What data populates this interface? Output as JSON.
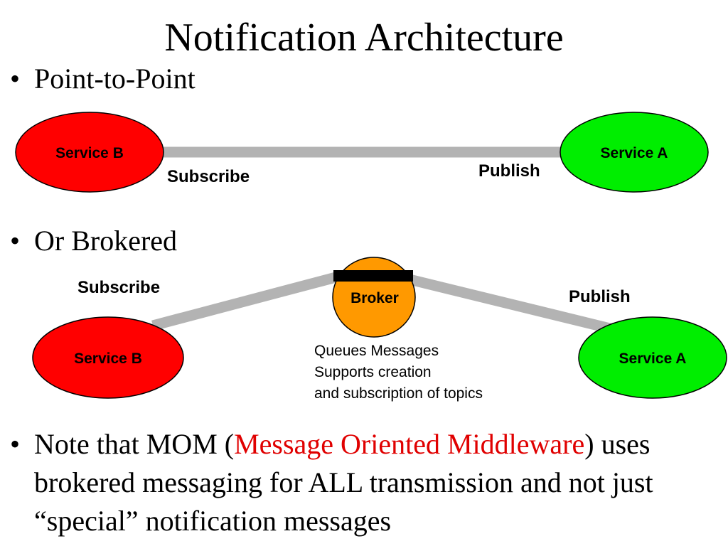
{
  "title": "Notification Architecture",
  "bullets": {
    "point_to_point": "Point-to-Point",
    "brokered": "Or Brokered",
    "note": {
      "prefix": "Note that MOM (",
      "highlight": "Message Oriented Middleware",
      "suffix": ") uses brokered messaging for ALL transmission and not just “special” notification messages"
    }
  },
  "colors": {
    "subscriber_fill": "#ff0000",
    "publisher_fill": "#00ee00",
    "broker_fill": "#ff9900",
    "link": "#b3b3b3",
    "highlight_text": "#e00000"
  },
  "point_to_point_diagram": {
    "subscriber": "Service B",
    "publisher": "Service A",
    "subscribe_label": "Subscribe",
    "publish_label": "Publish"
  },
  "brokered_diagram": {
    "subscriber": "Service B",
    "publisher": "Service A",
    "broker": "Broker",
    "subscribe_label": "Subscribe",
    "publish_label": "Publish",
    "broker_notes": [
      "Queues Messages",
      "Supports creation",
      "and subscription of topics"
    ]
  }
}
